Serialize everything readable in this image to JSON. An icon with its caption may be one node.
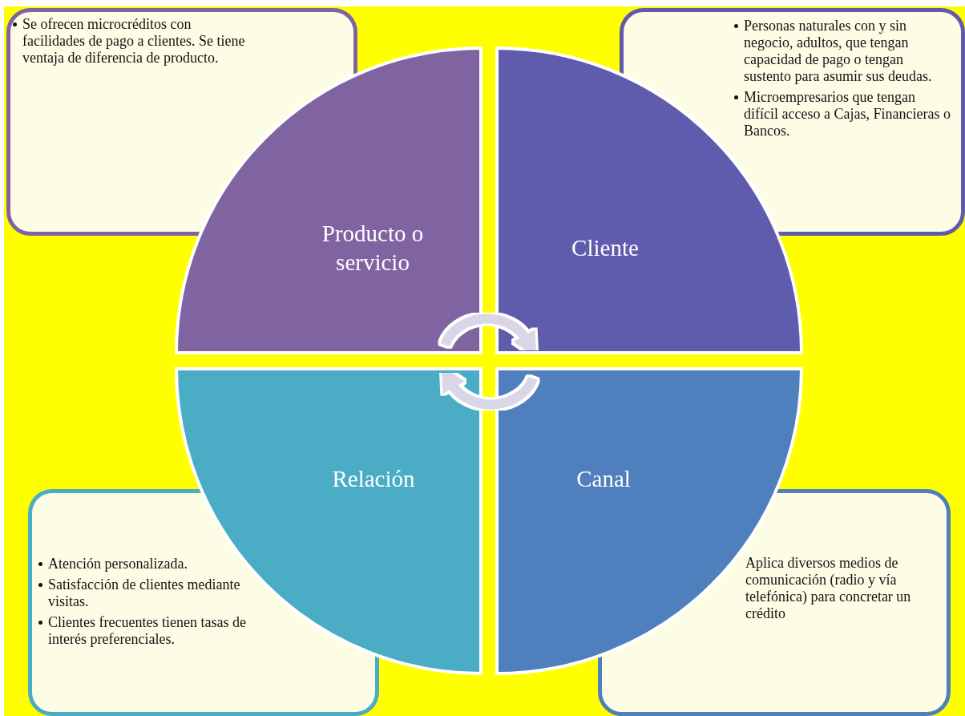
{
  "diagram": {
    "nodes": [
      {
        "text": [
          "Se ofrecen microcréditos con facilidades de pago a clientes. Se tiene ventaja de diferencia de producto."
        ]
      },
      {
        "text": [
          "Personas naturales con y sin negocio, adultos, que tengan capacidad de pago o tengan sustento para asumir sus deudas.",
          "Microempresarios que tengan difícil acceso a Cajas, Financieras o Bancos."
        ]
      },
      {
        "text": [
          "Producto o servicio"
        ]
      },
      {
        "text": [
          "Cliente"
        ]
      },
      {
        "text": [
          "Relación"
        ]
      },
      {
        "text": [
          "Canal"
        ]
      },
      {
        "text": [
          "Atención personalizada.",
          "Satisfacción de clientes mediante visitas.",
          "Clientes frecuentes tienen tasas de interés preferenciales."
        ]
      },
      {
        "text": [
          "Aplica diversos medios de comunicación (radio y vía telefónica) para concretar un crédito"
        ]
      }
    ],
    "edges": [
      {
        "from": 2,
        "to": 3,
        "arrow": "to"
      },
      {
        "from": 5,
        "to": 4,
        "arrow": "to"
      }
    ]
  }
}
